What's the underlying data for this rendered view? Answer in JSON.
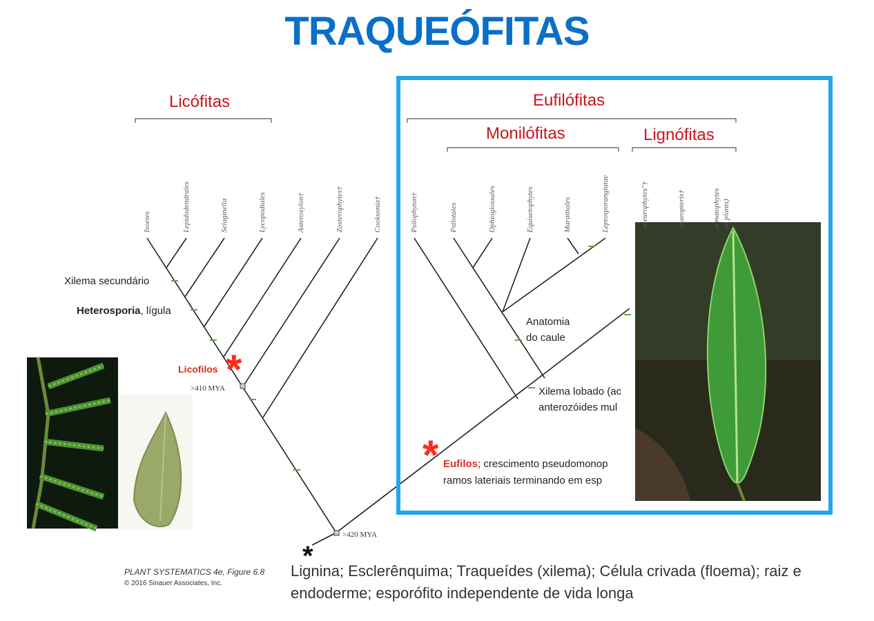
{
  "title": "TRAQUEÓFITAS",
  "groups": {
    "licofitas": "Licófitas",
    "eufilofitas": "Eufilófitas",
    "monilofitas": "Monilófitas",
    "lignofitas": "Lignófitas"
  },
  "taxa": {
    "isoetes": "Isoetes",
    "lepidodendrales": "Lepidodendrales",
    "selaginella": "Selaginella",
    "lycopodiales": "Lycopodiales",
    "asteroxylon": "Asteroxylon†",
    "zosterophytes": "Zosterophytes†",
    "cooksonia": "Cooksonia†",
    "psilophyton": "Psilophyton†",
    "psilotales": "Psilotales",
    "ophioglossales": "Ophioglossales",
    "equisetophytes": "Equisetophytes",
    "marattiales": "Marattiales",
    "leptosporangiatae": "Leptosporangiatae",
    "aneurophytes": "aneurophytes\"†",
    "archaeopteris": "chaeopteris†",
    "spermatophytes": "ermatophytes",
    "seed_plants": "ed plants)"
  },
  "labels": {
    "xilema_secundario": "Xilema secundário",
    "heterosporia": "Heterosporia",
    "ligula": ", lígula",
    "licofilos": "Licofilos",
    "mya410": ">410 MYA",
    "mya420": ">420 MYA",
    "anatomia_1": "Anatomia",
    "anatomia_2": "do caule",
    "xilema_lobado_1": "Xilema lobado (ac",
    "xilema_lobado_2": "anterozóides mul",
    "eufilos": "Eufilos",
    "eufilos_rest": "; crescimento pseudomonop",
    "ramos": "ramos lateriais terminando em esp",
    "red_star": "*",
    "black_star": "*"
  },
  "credit": {
    "line1": "PLANT SYSTEMATICS 4e, Figure 6.8",
    "line2": "© 2016 Sinauer Associates, Inc."
  },
  "bottom_text": "Lignina; Esclerênquima;  Traqueídes (xilema);  Célula crivada (floema); raiz e endoderme;  esporófito independente de vida longa",
  "colors": {
    "title": "#0a6fc9",
    "group_label": "#c8151c",
    "highlight_box": "#22a6ea",
    "synapomorphy_tick": "#5aaa3a",
    "star": "#ff2a1a"
  }
}
